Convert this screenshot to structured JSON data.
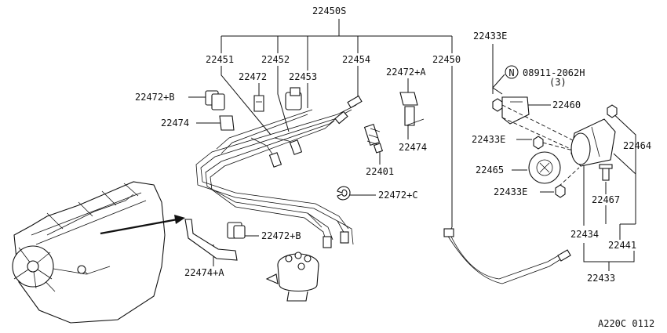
{
  "labels": {
    "p22450S": "22450S",
    "p22451": "22451",
    "p22452": "22452",
    "p22453": "22453",
    "p22454": "22454",
    "p22450": "22450",
    "p22472": "22472",
    "p22472B_top": "22472+B",
    "p22474_left": "22474",
    "p22472A": "22472+A",
    "p22474_right": "22474",
    "p22401": "22401",
    "p22472C": "22472+C",
    "p22472B_low": "22472+B",
    "p22474A": "22474+A",
    "p22433E_top": "22433E",
    "bolt_symbol": "N",
    "bolt_code": "08911-2062H",
    "bolt_qty": "(3)",
    "p22460": "22460",
    "p22433E_mid": "22433E",
    "p22464": "22464",
    "p22465": "22465",
    "p22433E_low": "22433E",
    "p22467": "22467",
    "p22434": "22434",
    "p22441": "22441",
    "p22433": "22433",
    "ref_code": "A220C 0112"
  }
}
